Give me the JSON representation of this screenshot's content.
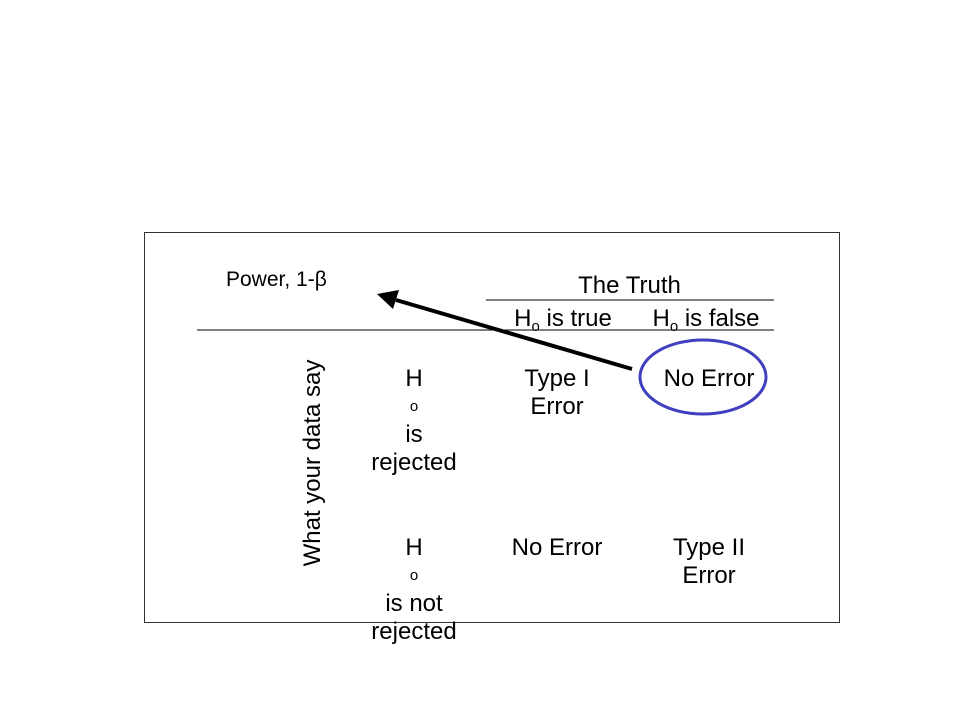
{
  "power_label": "Power, 1-β",
  "truth": {
    "title": "The Truth",
    "col_true": {
      "h": "H",
      "sub": "o",
      "rest": " is true"
    },
    "col_false": {
      "h": "H",
      "sub": "o",
      "rest": " is false"
    }
  },
  "data_axis_label": "What your data say",
  "rows": [
    {
      "label": {
        "h": "H",
        "sub": "o",
        "line1_rest": " is",
        "line2": "rejected"
      },
      "cells": [
        {
          "line1": "Type I",
          "line2": "Error"
        },
        {
          "line1": "No Error",
          "line2": ""
        }
      ]
    },
    {
      "label": {
        "h": "H",
        "sub": "o",
        "line1_rest": " is not",
        "line2": "rejected"
      },
      "cells": [
        {
          "line1": "No Error",
          "line2": ""
        },
        {
          "line1": "Type II",
          "line2": "Error"
        }
      ]
    }
  ],
  "colors": {
    "highlight_circle": "#3f3fbf",
    "arrow": "#000000",
    "frame": "#333333"
  }
}
